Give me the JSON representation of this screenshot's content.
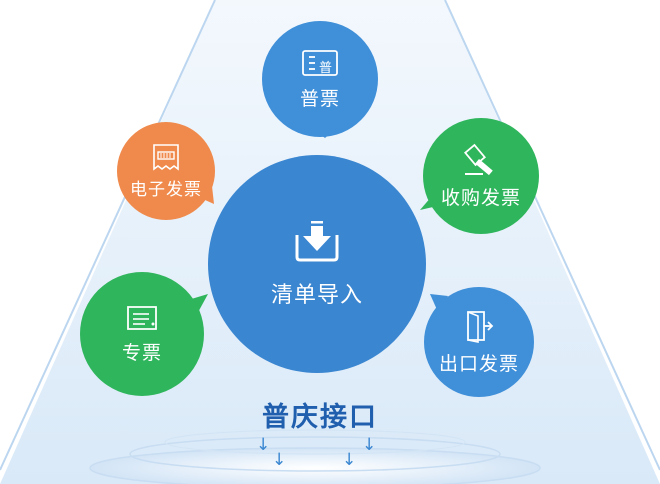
{
  "center": {
    "label": "清单导入",
    "icon": "download-tray-icon"
  },
  "nodes": {
    "pu": {
      "label": "普票",
      "icon": "ticket-icon",
      "icon_text": "普"
    },
    "dianzi": {
      "label": "电子发票",
      "icon": "e-invoice-icon"
    },
    "shougou": {
      "label": "收购发票",
      "icon": "gavel-icon"
    },
    "zhuan": {
      "label": "专票",
      "icon": "receipt-icon"
    },
    "chukou": {
      "label": "出口发票",
      "icon": "exit-door-icon"
    }
  },
  "footer": {
    "title": "普庆接口"
  },
  "colors": {
    "blue": "#3f8fd9",
    "center_blue": "#3a86d1",
    "orange": "#ef8a4c",
    "green": "#2fb55c",
    "title": "#1f5fae"
  }
}
